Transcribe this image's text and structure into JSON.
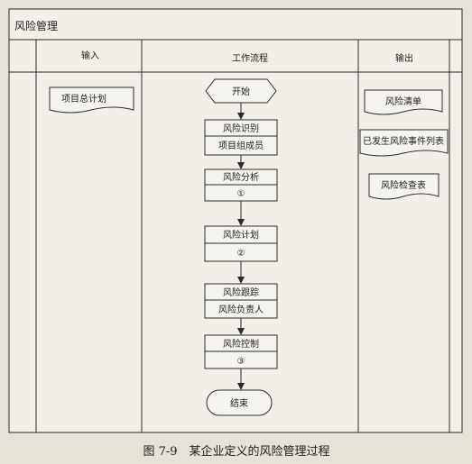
{
  "diagram": {
    "title": "风险管理",
    "lanes": {
      "input": "输入",
      "process": "工作流程",
      "output": "输出"
    },
    "input_docs": [
      "项目总计划"
    ],
    "output_docs": [
      "风险清单",
      "已发生风险事件列表",
      "风险检查表"
    ],
    "steps": [
      {
        "label": "开始",
        "sub": ""
      },
      {
        "label": "风险识别",
        "sub": "项目组成员"
      },
      {
        "label": "风险分析",
        "sub": "①"
      },
      {
        "label": "风险计划",
        "sub": "②"
      },
      {
        "label": "风险跟踪",
        "sub": "风险负责人"
      },
      {
        "label": "风险控制",
        "sub": "③"
      },
      {
        "label": "结束",
        "sub": ""
      }
    ]
  },
  "caption": "图 7-9　某企业定义的风险管理过程"
}
